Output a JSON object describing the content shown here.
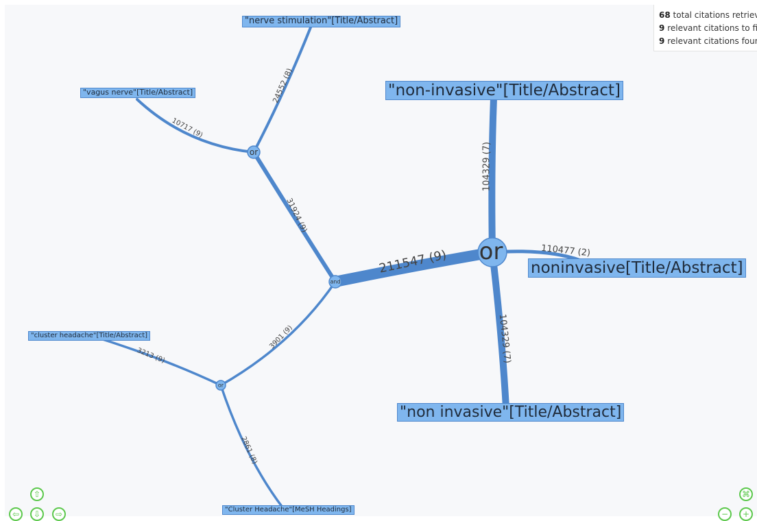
{
  "stats": {
    "total_count": "68",
    "total_label": "total citations retrieved",
    "needed_count": "9",
    "needed_label": "relevant citations to find",
    "found_count": "9",
    "found_label": "relevant citations found"
  },
  "nodes": {
    "and": "and",
    "or_left_top": "or",
    "or_left_bottom": "or",
    "or_big": "or"
  },
  "terms": {
    "nerve_stimulation": "\"nerve stimulation\"[Title/Abstract]",
    "vagus_nerve": "\"vagus nerve\"[Title/Abstract]",
    "cluster_headache_tiab": "\"cluster headache\"[Title/Abstract]",
    "cluster_headache_mesh": "\"Cluster Headache\"[MeSH Headings]",
    "non_invasive_hyphen": "\"non-invasive\"[Title/Abstract]",
    "noninvasive": "noninvasive[Title/Abstract]",
    "non_invasive_space": "\"non invasive\"[Title/Abstract]"
  },
  "edges": {
    "nerve_stimulation": "24552 (8)",
    "vagus_nerve": "10717 (9)",
    "or_top_to_and": "31924 (9)",
    "and_to_or_big": "211547 (9)",
    "non_invasive_hyphen": "104329 (7)",
    "noninvasive": "110477 (2)",
    "non_invasive_space": "104329 (7)",
    "or_bottom_to_and": "3901 (9)",
    "cluster_headache_tiab": "3213 (9)",
    "cluster_headache_mesh": "2861 (8)"
  },
  "controls": {
    "pan_up": "⇧",
    "pan_left": "⇦",
    "pan_down": "⇩",
    "pan_right": "⇨",
    "fit": "⌘",
    "zoom_out": "−",
    "zoom_in": "+"
  },
  "colors": {
    "edge": "#4e87cc",
    "node_fill": "#7fb6ee",
    "control": "#5cc84c"
  }
}
